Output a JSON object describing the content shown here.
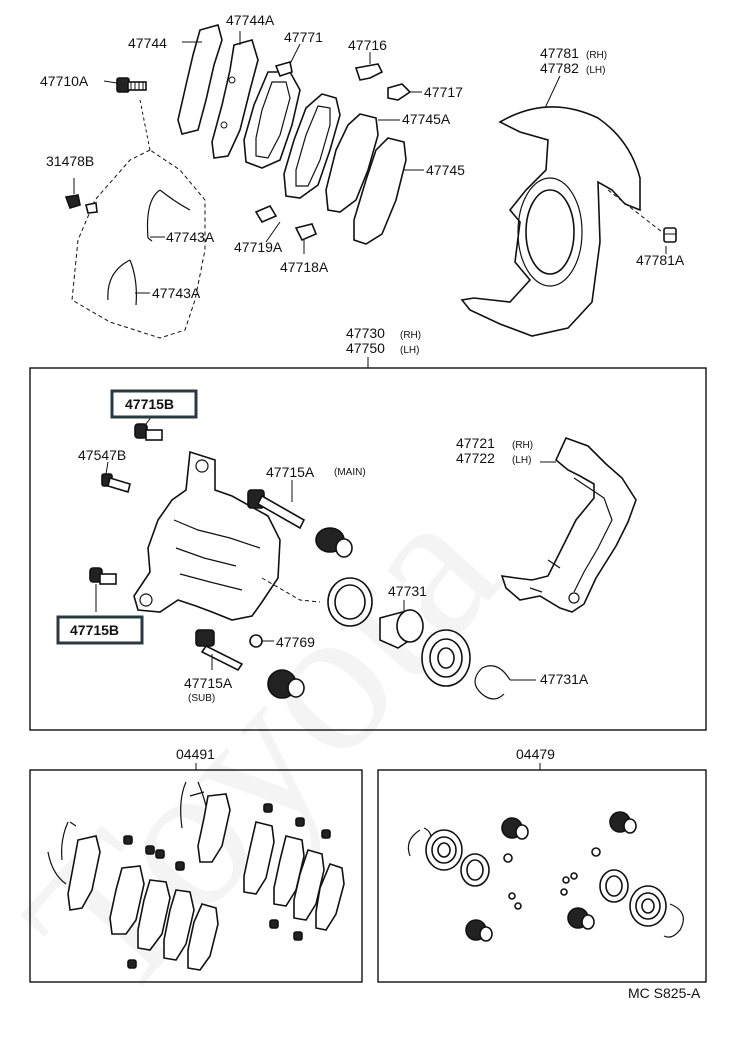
{
  "labels": {
    "p47744": "47744",
    "p47744A": "47744A",
    "p47771": "47771",
    "p47716": "47716",
    "p47781": "47781",
    "p47782": "47782",
    "rh": "(RH)",
    "lh": "(LH)",
    "p47710A": "47710A",
    "p47717": "47717",
    "p47745A": "47745A",
    "p31478B": "31478B",
    "p47745": "47745",
    "p47743A": "47743A",
    "p47719A": "47719A",
    "p47718A": "47718A",
    "p47781A": "47781A",
    "p47730": "47730",
    "p47750": "47750",
    "p47715B": "47715B",
    "p47547B": "47547B",
    "p47721": "47721",
    "p47722": "47722",
    "p47715A": "47715A",
    "main": "(MAIN)",
    "sub": "(SUB)",
    "p47731": "47731",
    "p47769": "47769",
    "p47731A": "47731A",
    "kit04491": "04491",
    "kit04479": "04479",
    "figure_code": "MC  S825-A"
  },
  "watermark": "Toyota",
  "colors": {
    "line": "#111111",
    "highlight_border": "#2b3a42",
    "background": "#ffffff"
  }
}
